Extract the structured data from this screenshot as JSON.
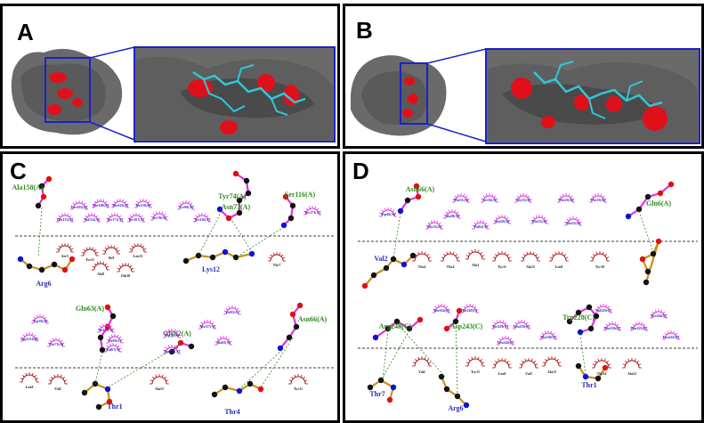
{
  "panels": {
    "A": {
      "letter": "A"
    },
    "B": {
      "letter": "B"
    },
    "C": {
      "letter": "C",
      "green_labels": [
        "Ala158(A)",
        "Tyr74(A)",
        "Asn77(A)",
        "Ser116(A)",
        "Gln63(A)",
        "Gly62(A)",
        "Asn66(A)"
      ],
      "blue_labels": [
        "Arg6",
        "Lys12",
        "Thr1",
        "Thr4"
      ],
      "upper_residues": [
        "Leu103(A)",
        "Gln155(A)",
        "Thr100(A)",
        "Val152(A)",
        "Thr163(A)",
        "Tyr171(A)",
        "Ile159(A)",
        "Tyr167(A)",
        "Ser70(A)",
        "Tyr99(A)",
        "Tyr116(A)",
        "Tyr171(A)"
      ],
      "upper_dark": [
        "Ser5",
        "Tyr11",
        "Ile9",
        "Leu13",
        "Ala8",
        "Gln10",
        "Thr7"
      ],
      "lower_residues": [
        "Trp59(A)",
        "Asp1214(A)",
        "Thr73(A)",
        "Ile118(A)",
        "Val67(A)",
        "Ile69(A)",
        "Trp75(A)",
        "Tyr123(A)",
        "Ala117(A)",
        "Ile85(A)",
        "Ala65(A)"
      ],
      "lower_dark": [
        "Leu8",
        "Val2",
        "Ala15",
        "Tyr11"
      ]
    },
    "D": {
      "letter": "D",
      "green_labels": [
        "Asn66(A)",
        "Gln6(A)",
        "Arg248(C)",
        "Asp243(C)",
        "Trp228(C)"
      ],
      "blue_labels": [
        "Val2",
        "Thr7",
        "Arg6",
        "Thr1"
      ],
      "upper_residues": [
        "Trp46(A)",
        "Glu33(A)",
        "Ala28(A)",
        "Phe31(A)",
        "Val62(A)",
        "Ser56(A)",
        "Asn59(A)",
        "Gly55(A)",
        "Phe53(A)",
        "Phe29(A)",
        "Gln52(A)",
        "Phe19(A)"
      ],
      "upper_dark": [
        "Thr4",
        "Thr4",
        "Ala3",
        "Tyr11",
        "Ala15",
        "Leu8",
        "Tyr10"
      ],
      "lower_residues": [
        "Thr254(C)",
        "Ile249(C)",
        "Tyr229(C)",
        "Leu244(C)",
        "Leu250(C)",
        "Ala230(C)",
        "Val243(C)",
        "Phe256(C)",
        "Phe225(C)",
        "Tyr244(C)",
        "Leu245(C)"
      ],
      "lower_dark": [
        "Val2",
        "Tyr11",
        "Leu8",
        "Val3",
        "Ala15",
        "Thr14",
        "Ala12"
      ]
    }
  },
  "colors": {
    "frame": "#000000",
    "zoom_box": "#1a22c8",
    "surface": "#6a6a6a",
    "hotspot": "#e0101a",
    "ligand": "#2ec8d8",
    "hbond": "#2e8b1e",
    "hydrophobic": "#e030e0",
    "hydrophobic_dark": "#b01010",
    "ligand_bond": "#c8901e",
    "atom_black": "#111111",
    "atom_red": "#e01010",
    "atom_blue": "#1010d8"
  }
}
